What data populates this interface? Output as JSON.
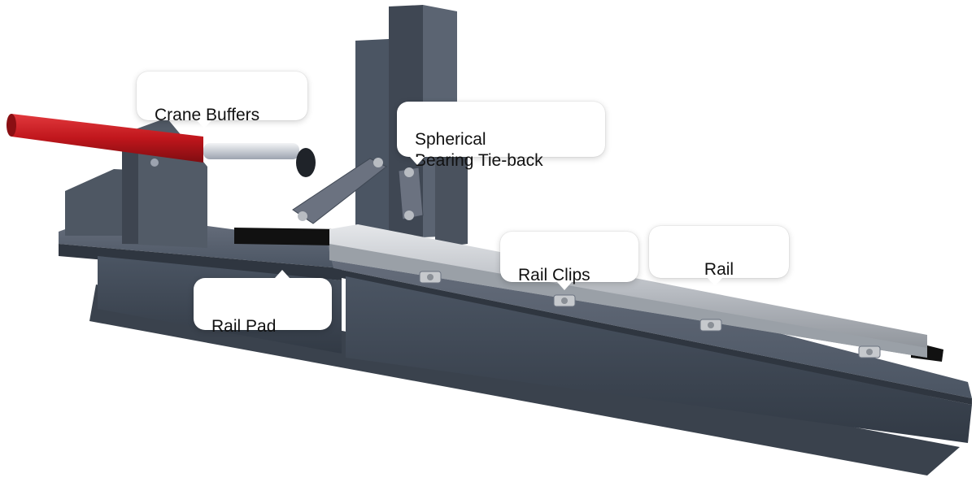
{
  "diagram": {
    "labels": {
      "crane_buffers": "Crane Buffers",
      "spherical_bearing_tieback": "Spherical\nBearing Tie-back",
      "rail_clips": "Rail Clips",
      "rail": "Rail",
      "rail_pad": "Rail Pad"
    },
    "colors": {
      "steel_blue_grey": "#4b5563",
      "steel_dark": "#374151",
      "steel_light": "#6b7280",
      "rail_silver": "#b8bcc2",
      "buffer_red": "#c0161c",
      "rail_pad_black": "#111111",
      "callout_bg": "#ffffff"
    }
  }
}
